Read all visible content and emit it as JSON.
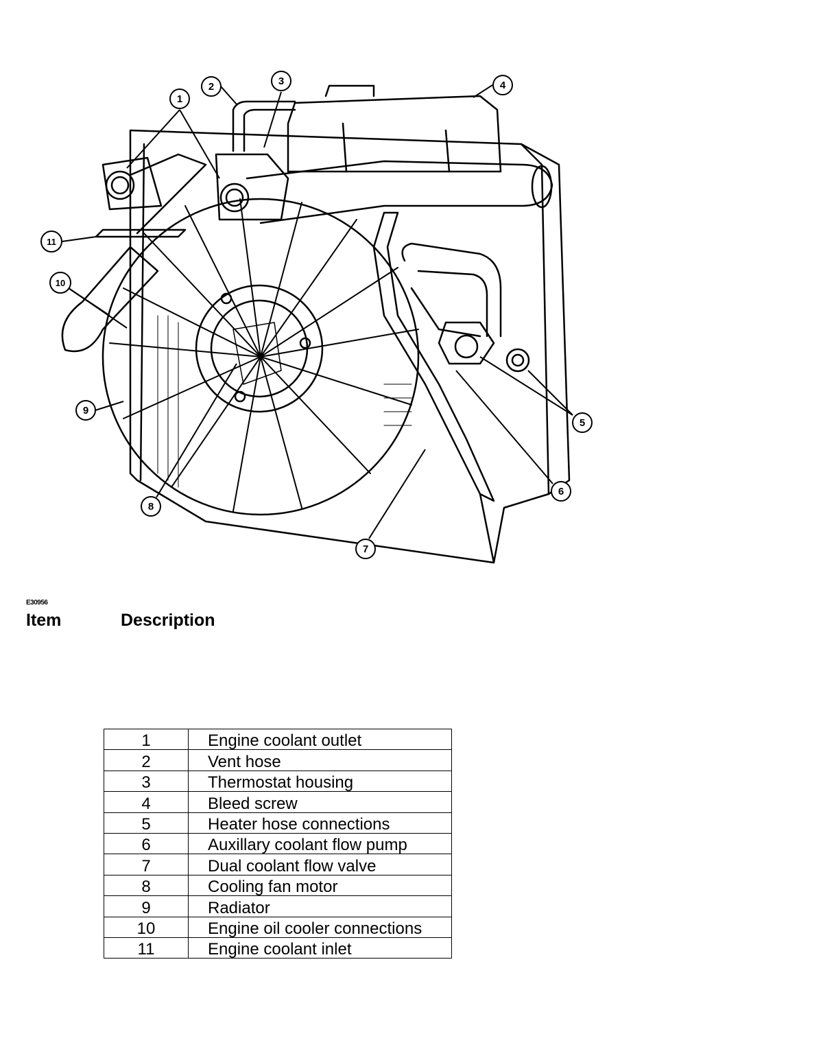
{
  "figure": {
    "code": "E30956",
    "callouts": [
      {
        "label": "1"
      },
      {
        "label": "2"
      },
      {
        "label": "3"
      },
      {
        "label": "4"
      },
      {
        "label": "5"
      },
      {
        "label": "6"
      },
      {
        "label": "7"
      },
      {
        "label": "8"
      },
      {
        "label": "9"
      },
      {
        "label": "10"
      },
      {
        "label": "11"
      }
    ]
  },
  "legend": {
    "header_item": "Item",
    "header_description": "Description",
    "rows": [
      {
        "item": "1",
        "description": "Engine coolant outlet"
      },
      {
        "item": "2",
        "description": "Vent hose"
      },
      {
        "item": "3",
        "description": "Thermostat housing"
      },
      {
        "item": "4",
        "description": "Bleed screw"
      },
      {
        "item": "5",
        "description": "Heater hose connections"
      },
      {
        "item": "6",
        "description": "Auxillary coolant flow pump"
      },
      {
        "item": "7",
        "description": "Dual coolant flow valve"
      },
      {
        "item": "8",
        "description": "Cooling fan motor"
      },
      {
        "item": "9",
        "description": "Radiator"
      },
      {
        "item": "10",
        "description": "Engine oil cooler connections"
      },
      {
        "item": "11",
        "description": "Engine coolant inlet"
      }
    ]
  }
}
